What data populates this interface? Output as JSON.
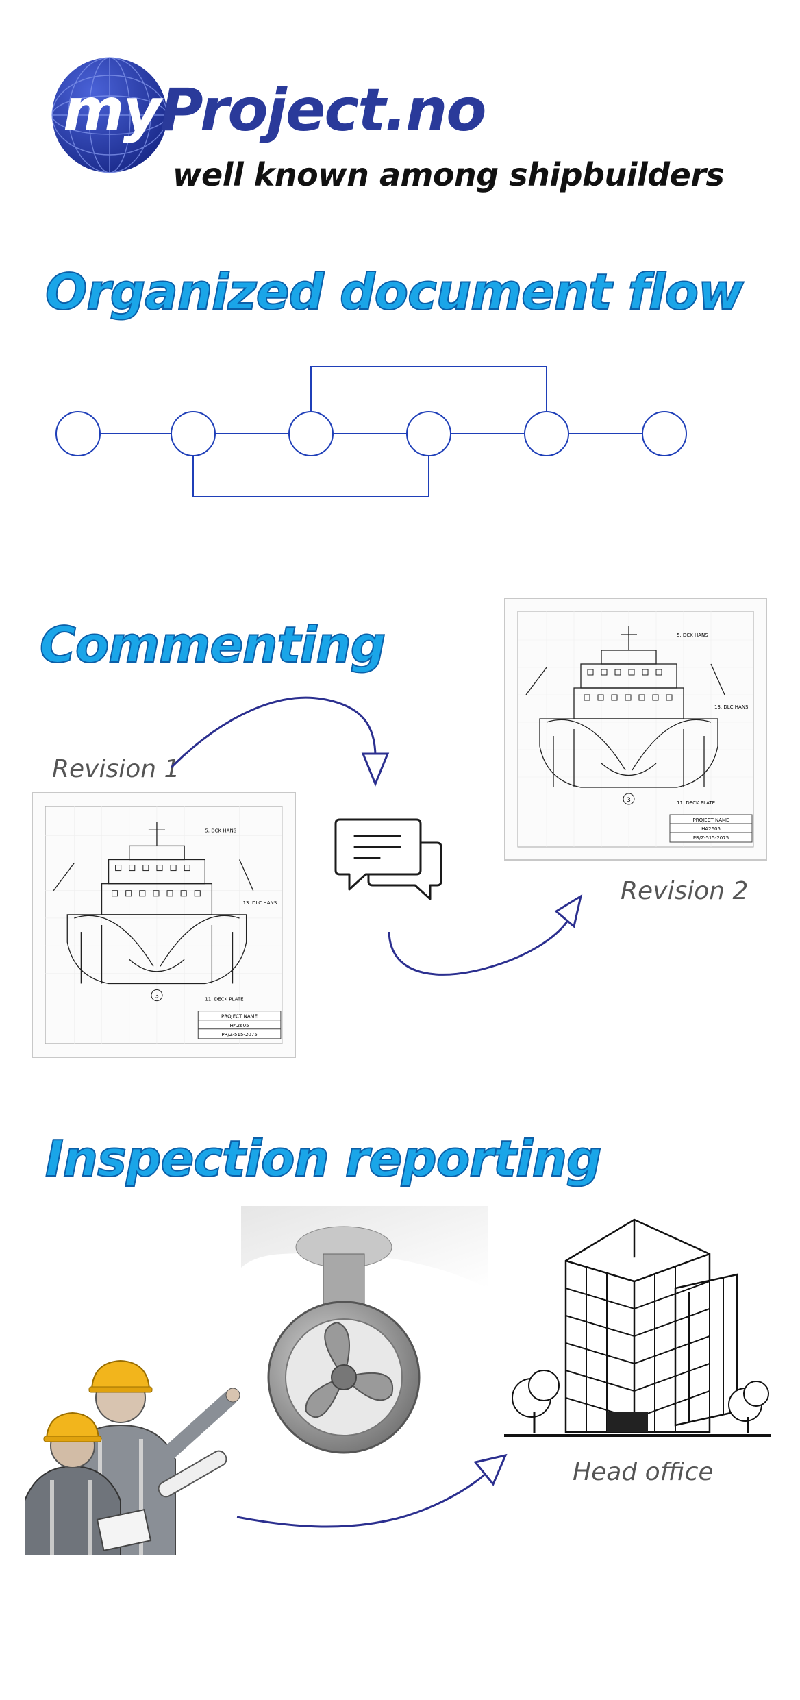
{
  "logo": {
    "my": "my",
    "project": "Project.no",
    "tagline": "well known among shipbuilders"
  },
  "sections": {
    "flow": {
      "title": "Organized document flow"
    },
    "commenting": {
      "title": "Commenting",
      "revision1": "Revision 1",
      "revision2": "Revision 2"
    },
    "inspection": {
      "title": "Inspection reporting",
      "head_office": "Head office"
    }
  },
  "blueprint": {
    "label_top": "5. DCK HANS",
    "label_mid": "13. DLC HANS",
    "label_bot": "11. DECK PLATE",
    "marker": "3",
    "project_name": "PROJECT NAME",
    "drawing_no": "HA2605",
    "ref_no": "PR/Z-515-2075"
  },
  "colors": {
    "brand_blue": "#2a3a9a",
    "heading_blue": "#1aa5e8",
    "line_navy": "#2b2f8f",
    "flow_blue": "#1f3fb8"
  }
}
